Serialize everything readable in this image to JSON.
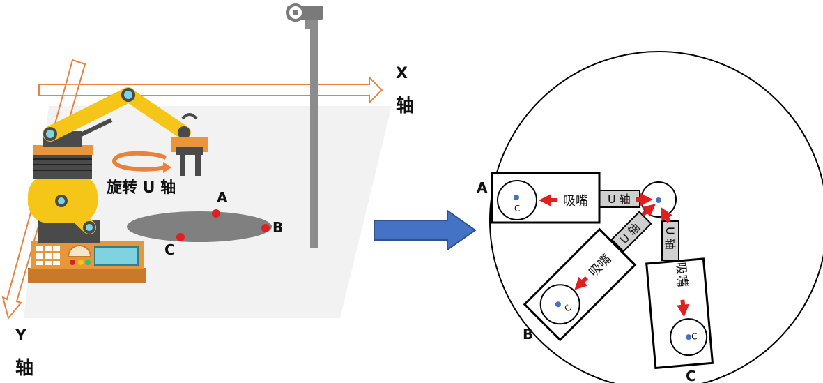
{
  "left_scene": {
    "x_axis_letter": "X",
    "x_axis_char": "轴",
    "y_axis_letter": "Y",
    "y_axis_char": "轴",
    "rotate_label": "旋转 U 轴",
    "point_a": "A",
    "point_b": "B",
    "point_c": "C"
  },
  "right_scene": {
    "corner_a": "A",
    "corner_b": "B",
    "corner_c": "C",
    "nozzle": "吸嘴",
    "u_axis": "U 轴",
    "target": "C"
  },
  "colors": {
    "arrow_orange": "#E8823C",
    "robot_yellow": "#F5C518",
    "big_arrow_blue": "#4472C4",
    "red_marker": "#E02020",
    "blue_dot": "#4472C4",
    "floor_gray": "#F2F2F2",
    "disk_gray": "#808080",
    "pole_gray": "#8C8C8C"
  },
  "icons": [
    "robot-arm-icon",
    "camera-icon"
  ]
}
